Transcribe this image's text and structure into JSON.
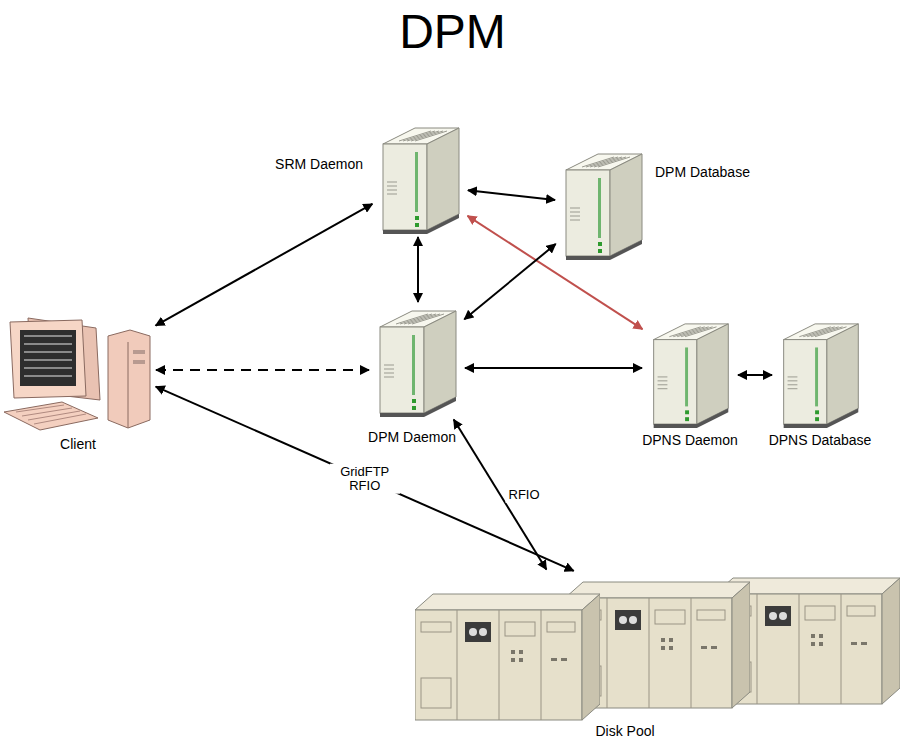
{
  "diagram": {
    "title": "DPM",
    "nodes": [
      {
        "text": [
          "SRM Daemon"
        ]
      },
      {
        "text": [
          "DPM Database"
        ]
      },
      {
        "text": [
          "Client"
        ]
      },
      {
        "text": [
          "DPM Daemon"
        ]
      },
      {
        "text": [
          "DPNS Daemon"
        ]
      },
      {
        "text": [
          "DPNS Database"
        ]
      },
      {
        "text": [
          "Disk Pool"
        ]
      }
    ],
    "edges": [
      {
        "from": 2,
        "to": 0,
        "arrow": "both"
      },
      {
        "from": 0,
        "to": 1,
        "arrow": "both"
      },
      {
        "from": 0,
        "to": 3,
        "arrow": "both"
      },
      {
        "from": 0,
        "to": 4,
        "arrow": "both"
      },
      {
        "from": 3,
        "to": 1,
        "arrow": "both"
      },
      {
        "from": 2,
        "to": 3,
        "arrow": "both"
      },
      {
        "from": 3,
        "to": 4,
        "arrow": "both"
      },
      {
        "from": 4,
        "to": 5,
        "arrow": "both"
      },
      {
        "from": 2,
        "to": 6,
        "label": "GridFTP RFIO",
        "arrow": "both"
      },
      {
        "from": 3,
        "to": 6,
        "label": "RFIO",
        "arrow": "both"
      }
    ]
  }
}
